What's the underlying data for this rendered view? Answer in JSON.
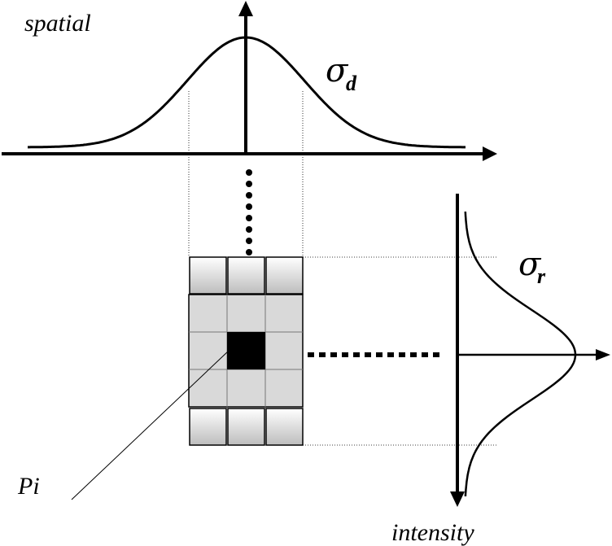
{
  "labels": {
    "spatial": "spatial",
    "intensity": "intensity",
    "pixel": "Pi",
    "sigma_symbol": "σ",
    "sigma_d_subscript": "d",
    "sigma_r_subscript": "r"
  },
  "colors": {
    "stroke": "#000000",
    "cell_fill": "#d9d9d9",
    "center_pixel": "#000000",
    "background": "#ffffff"
  }
}
